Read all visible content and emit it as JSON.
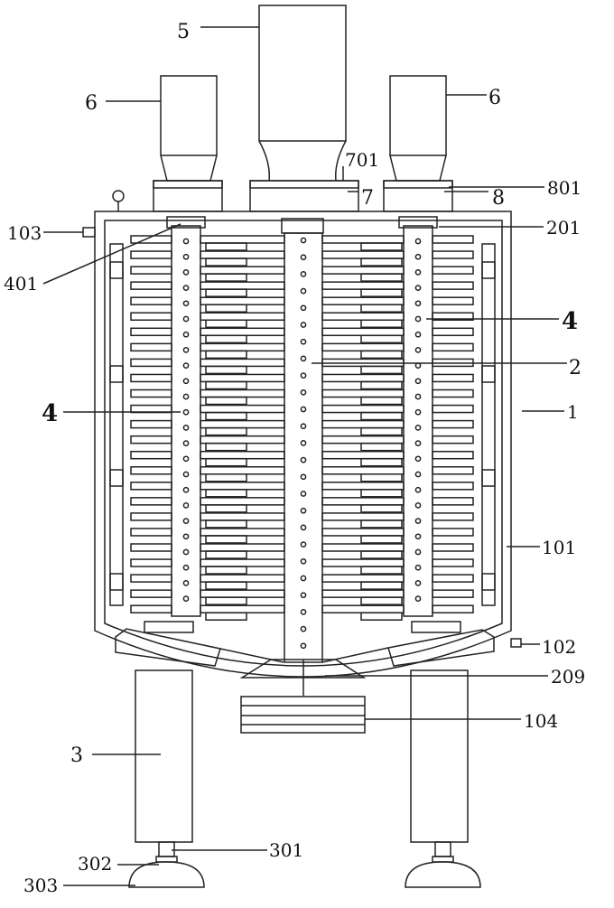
{
  "labels": {
    "l1": "1",
    "l101": "101",
    "l102": "102",
    "l103": "103",
    "l104": "104",
    "l2": "2",
    "l201": "201",
    "l209": "209",
    "l3": "3",
    "l301": "301",
    "l302": "302",
    "l303": "303",
    "l4_left": "4",
    "l4_right": "4",
    "l401": "401",
    "l5": "5",
    "l6_left": "6",
    "l6_right": "6",
    "l7": "7",
    "l701": "701",
    "l8": "8",
    "l801": "801"
  },
  "colors": {
    "stroke": "#222222",
    "background": "#ffffff"
  }
}
